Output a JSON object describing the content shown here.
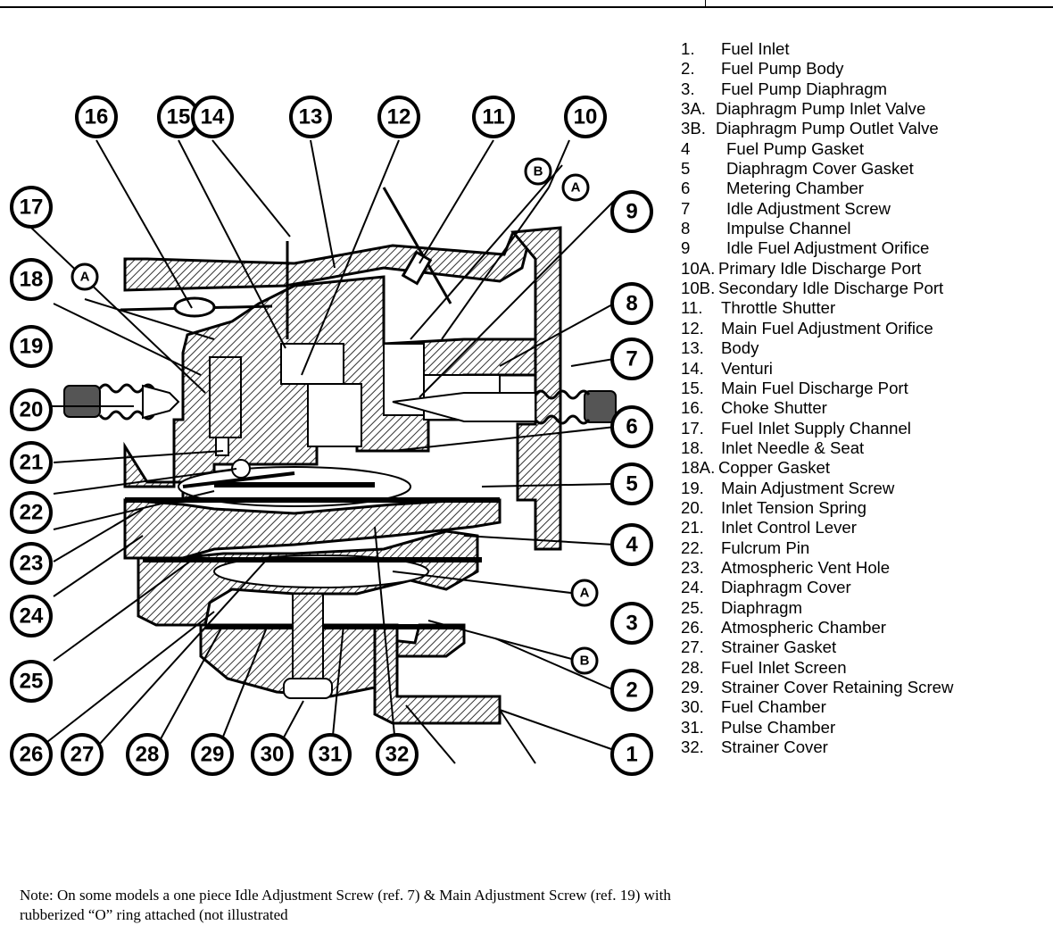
{
  "legend": [
    {
      "num": "1.",
      "label": "Fuel Inlet"
    },
    {
      "num": "2.",
      "label": "Fuel Pump Body"
    },
    {
      "num": "3.",
      "label": "Fuel Pump Diaphragm"
    },
    {
      "num": "3A.",
      "label": "Diaphragm Pump Inlet Valve"
    },
    {
      "num": "3B.",
      "label": "Diaphragm Pump Outlet Valve"
    },
    {
      "num": "4",
      "label": "Fuel Pump Gasket"
    },
    {
      "num": "5",
      "label": "Diaphragm Cover Gasket"
    },
    {
      "num": "6",
      "label": "Metering Chamber"
    },
    {
      "num": "7",
      "label": "Idle Adjustment Screw"
    },
    {
      "num": "8",
      "label": "Impulse Channel"
    },
    {
      "num": "9",
      "label": "Idle Fuel Adjustment Orifice"
    },
    {
      "num": "10A.",
      "label": "Primary Idle Discharge Port"
    },
    {
      "num": "10B.",
      "label": "Secondary Idle Discharge Port"
    },
    {
      "num": "11.",
      "label": "Throttle Shutter"
    },
    {
      "num": "12.",
      "label": "Main Fuel Adjustment Orifice"
    },
    {
      "num": "13.",
      "label": "Body"
    },
    {
      "num": "14.",
      "label": "Venturi"
    },
    {
      "num": "15.",
      "label": "Main Fuel Discharge Port"
    },
    {
      "num": "16.",
      "label": "Choke Shutter"
    },
    {
      "num": "17.",
      "label": "Fuel Inlet Supply Channel"
    },
    {
      "num": "18.",
      "label": "Inlet Needle & Seat"
    },
    {
      "num": "18A.",
      "label": "Copper Gasket"
    },
    {
      "num": "19.",
      "label": "Main Adjustment Screw"
    },
    {
      "num": "20.",
      "label": "Inlet Tension Spring"
    },
    {
      "num": "21.",
      "label": "Inlet Control Lever"
    },
    {
      "num": "22.",
      "label": "Fulcrum Pin"
    },
    {
      "num": "23.",
      "label": "Atmospheric Vent Hole"
    },
    {
      "num": "24.",
      "label": "Diaphragm Cover"
    },
    {
      "num": "25.",
      "label": "Diaphragm"
    },
    {
      "num": "26.",
      "label": "Atmospheric Chamber"
    },
    {
      "num": "27.",
      "label": "Strainer Gasket"
    },
    {
      "num": "28.",
      "label": "Fuel Inlet Screen"
    },
    {
      "num": "29.",
      "label": "Strainer Cover Retaining Screw"
    },
    {
      "num": "30.",
      "label": "Fuel Chamber"
    },
    {
      "num": "31.",
      "label": "Pulse Chamber"
    },
    {
      "num": "32.",
      "label": "Strainer Cover"
    }
  ],
  "callouts": {
    "c1": "1",
    "c2": "2",
    "c3": "3",
    "c4": "4",
    "c5": "5",
    "c6": "6",
    "c7": "7",
    "c8": "8",
    "c9": "9",
    "c10": "10",
    "c11": "11",
    "c12": "12",
    "c13": "13",
    "c14": "14",
    "c15": "15",
    "c16": "16",
    "c17": "17",
    "c18": "18",
    "c19": "19",
    "c20": "20",
    "c21": "21",
    "c22": "22",
    "c23": "23",
    "c24": "24",
    "c25": "25",
    "c26": "26",
    "c27": "27",
    "c28": "28",
    "c29": "29",
    "c30": "30",
    "c31": "31",
    "c32": "32",
    "valveA": "A",
    "valveB": "B",
    "portA": "A",
    "portB": "B",
    "gasketA": "A"
  },
  "note": "Note:  On some models a one piece Idle Adjustment Screw (ref. 7) & Main Adjustment Screw (ref. 19) with rubberized “O” ring attached (not illustrated"
}
